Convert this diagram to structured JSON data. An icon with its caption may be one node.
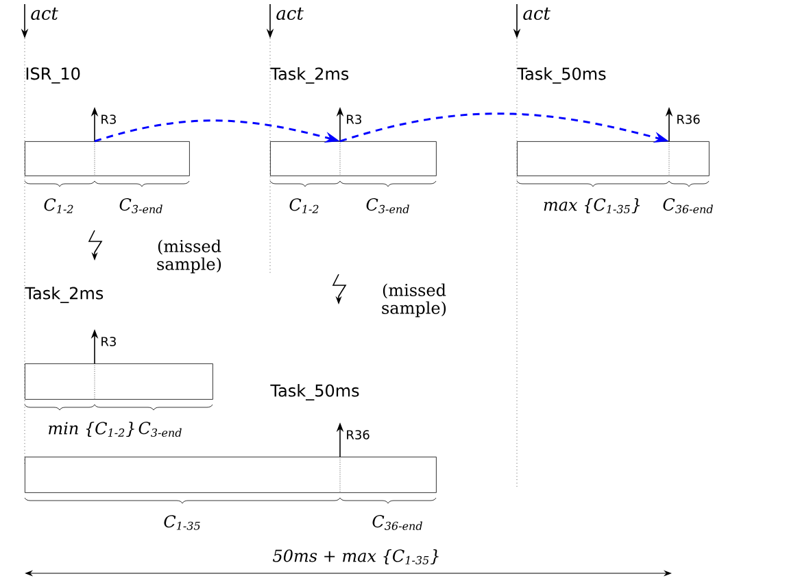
{
  "diagram": {
    "nodes": [
      {
        "text": [
          "ISR_10"
        ]
      },
      {
        "text": [
          "Task_2ms"
        ]
      },
      {
        "text": [
          "Task_50ms"
        ]
      },
      {
        "text": [
          "Task_2ms"
        ]
      },
      {
        "text": [
          "Task_50ms"
        ]
      }
    ],
    "edges": [
      {
        "from": 0,
        "to": 1,
        "arrow": "to",
        "style": "dashed",
        "color": "#0000ff"
      },
      {
        "from": 1,
        "to": 2,
        "arrow": "to",
        "style": "dashed",
        "color": "#0000ff"
      }
    ],
    "labels": [
      "act",
      "act",
      "act",
      "R3",
      "R3",
      "R36",
      "C$_{1-2}$",
      "C$_{3-end}$",
      "C$_{1-2}$",
      "C$_{3-end}$",
      "max {C$_{1-35}$}",
      "C$_{36-end}$",
      "(missed sample)",
      "(missed sample)",
      "R3",
      "min {C$_{1-2}$}",
      "C$_{3-end}$",
      "R36",
      "C$_{1-35}$",
      "C$_{36-end}$",
      "50ms + max {C$_{1-35}$}"
    ]
  }
}
